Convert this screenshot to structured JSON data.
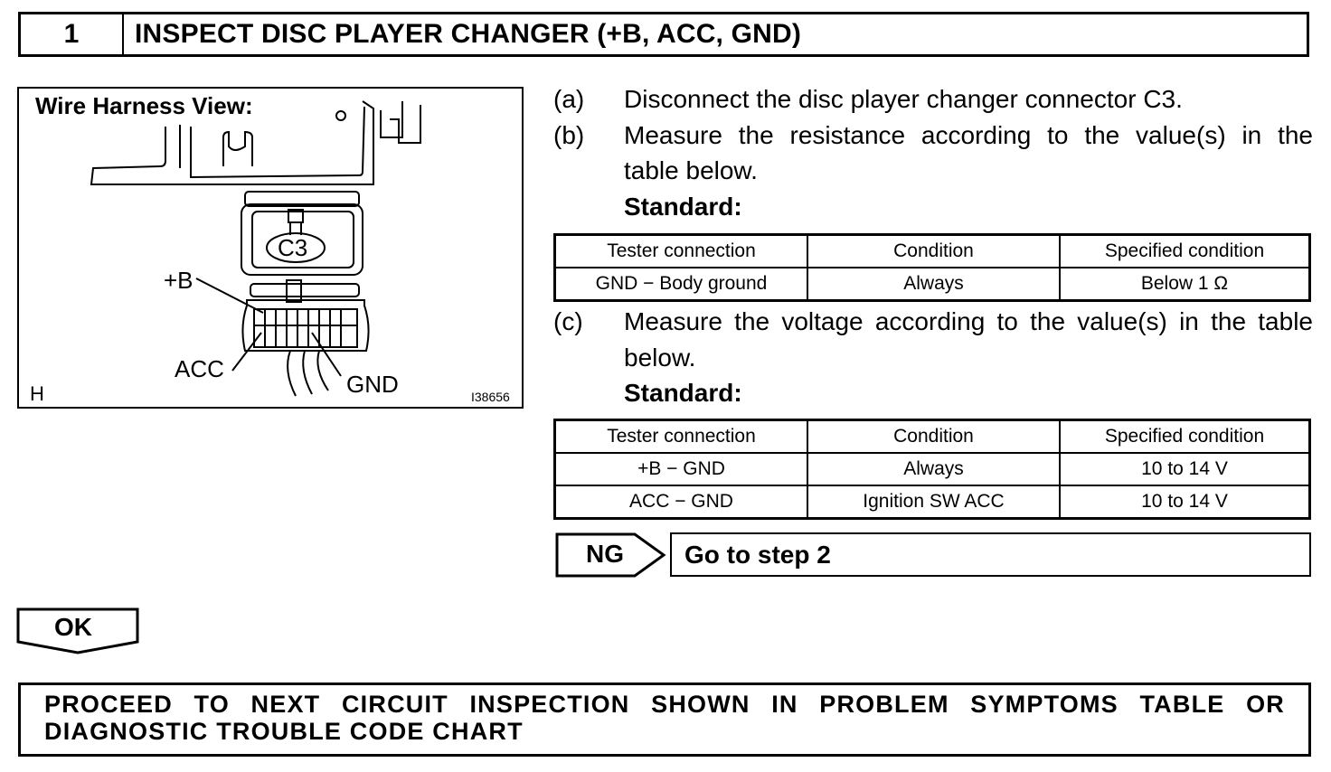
{
  "step": {
    "number": "1",
    "title": "INSPECT DISC PLAYER CHANGER (+B, ACC, GND)"
  },
  "figure": {
    "caption": "Wire Harness View:",
    "connector_label": "C3",
    "terminal_b": "+B",
    "terminal_acc": "ACC",
    "terminal_gnd": "GND",
    "corner_letter": "H",
    "illustration_id": "I38656"
  },
  "instructions": {
    "a": {
      "letter": "(a)",
      "text": "Disconnect the disc player changer connector C3."
    },
    "b": {
      "letter": "(b)",
      "line1": "Measure the resistance according to the value(s) in the",
      "line2": "table below."
    },
    "b_standard": "Standard:",
    "c": {
      "letter": "(c)",
      "line1": "Measure the voltage according to the value(s) in the table",
      "line2": "below."
    },
    "c_standard": "Standard:"
  },
  "resistance_table": {
    "headers": [
      "Tester connection",
      "Condition",
      "Specified condition"
    ],
    "rows": [
      [
        "GND − Body ground",
        "Always",
        "Below 1 Ω"
      ]
    ]
  },
  "voltage_table": {
    "headers": [
      "Tester connection",
      "Condition",
      "Specified condition"
    ],
    "rows": [
      [
        "+B − GND",
        "Always",
        "10 to 14 V"
      ],
      [
        "ACC − GND",
        "Ignition SW ACC",
        "10 to 14 V"
      ]
    ]
  },
  "ng": {
    "label": "NG",
    "action": "Go to step 2"
  },
  "ok": {
    "label": "OK"
  },
  "proceed": {
    "line1": "PROCEED TO NEXT CIRCUIT INSPECTION SHOWN IN PROBLEM SYMPTOMS TABLE OR",
    "line2": "DIAGNOSTIC TROUBLE CODE CHART"
  }
}
